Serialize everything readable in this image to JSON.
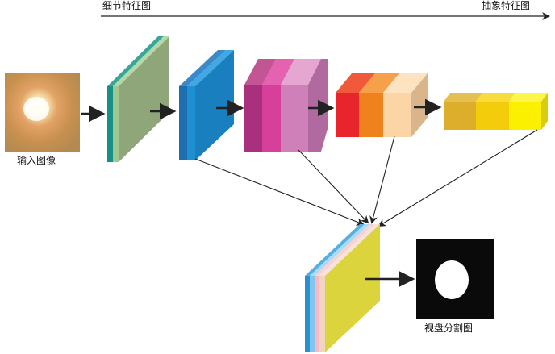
{
  "labels": {
    "detail_features": "细节特征图",
    "abstract_features": "抽象特征图",
    "input_image": "输入图像",
    "output_segmentation": "视盘分割图"
  },
  "colors": {
    "arrow": "#222222",
    "encoder1": [
      "#1a8f85",
      "#9ec88e",
      "#8fa67a"
    ],
    "encoder2": [
      "#1f6fb0",
      "#1e8fd0",
      "#1a7fbf"
    ],
    "encoder3": [
      "#a8307c",
      "#d6409a",
      "#cf80b8"
    ],
    "encoder4": [
      "#e8242c",
      "#f0821e",
      "#fbd5a5"
    ],
    "encoder5": [
      "#dcae2c",
      "#f3cd0c",
      "#fbf000"
    ],
    "fusion": [
      "#2a8fd0",
      "#7fc7ef",
      "#f7b8c0",
      "#f2d4c4",
      "#dcd43c"
    ],
    "output_background": "#0a0a0a",
    "output_disc": "#ffffff"
  }
}
